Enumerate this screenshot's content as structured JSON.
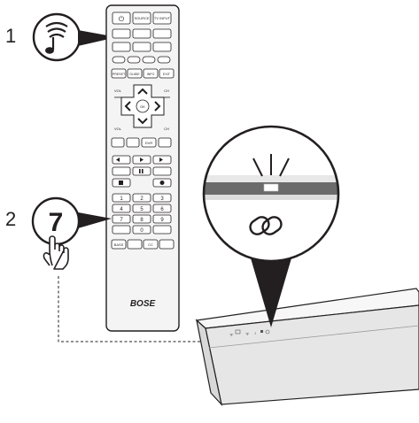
{
  "steps": [
    {
      "number": "1",
      "callout_icon": "music-note-icon"
    },
    {
      "number": "2",
      "callout_label": "7",
      "callout_icon": "pointing-hand-icon"
    }
  ],
  "remote": {
    "top_buttons": [
      "⏻",
      "SOURCE",
      "TV INPUT"
    ],
    "menu_buttons": [
      "PRESET",
      "GUIDE",
      "INFO",
      "EXIT"
    ],
    "nav_left_label": "VOL",
    "nav_right_label": "CH",
    "nav_center_label": "OK",
    "dvr_label": "DVR",
    "keypad": [
      "1",
      "2",
      "3",
      "4",
      "5",
      "6",
      "7",
      "8",
      "9",
      "",
      "0",
      ""
    ],
    "bottom_buttons": [
      "BASS",
      "",
      "CC",
      ""
    ],
    "brand": "BOSE"
  },
  "colors": {
    "line": "#231f20",
    "remote_body": "#f4f4f4",
    "soundbar_top": "#f7f7f7",
    "soundbar_front": "#e6e6e6",
    "zoom_band": "#6b6b6b"
  }
}
